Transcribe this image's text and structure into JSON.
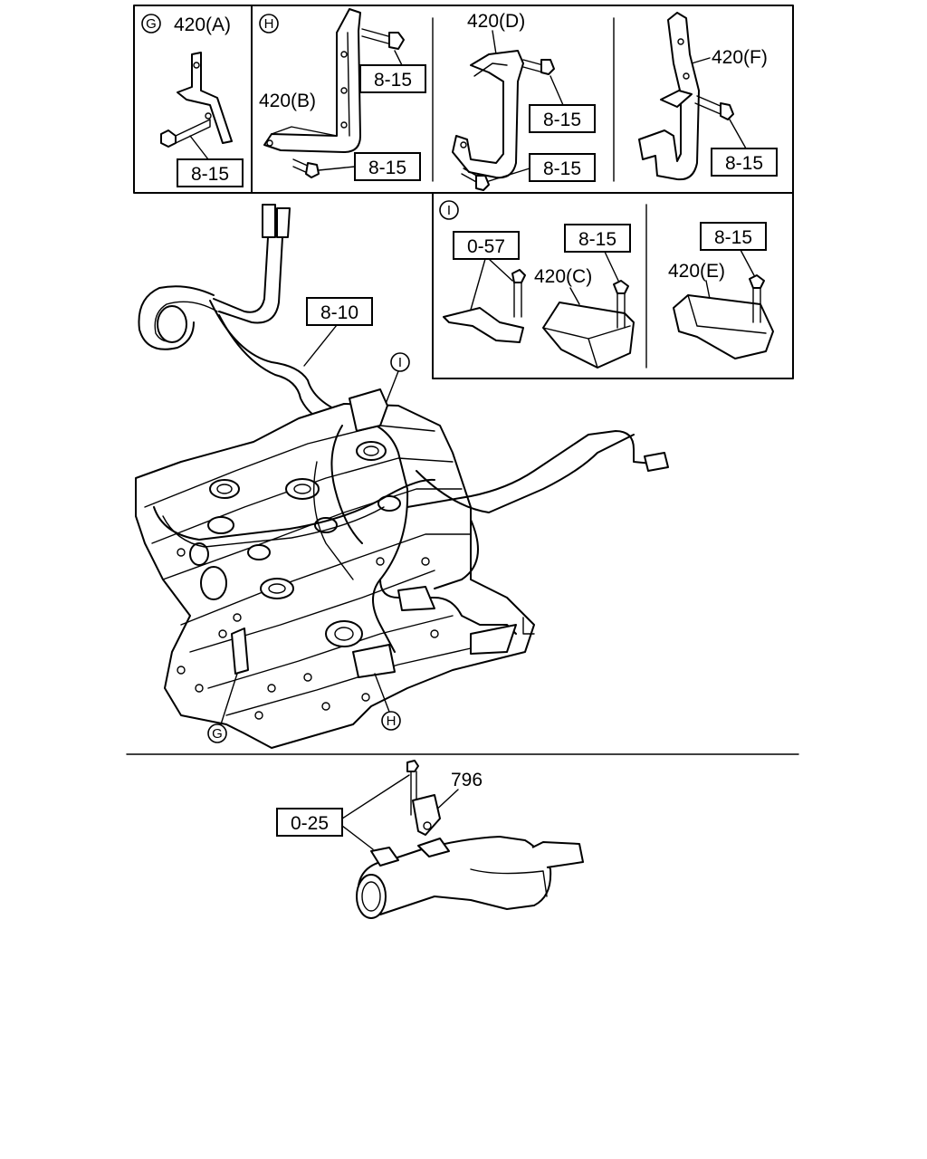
{
  "panels": {
    "G": {
      "marker": "G",
      "part": "420(A)",
      "ref": "8-15"
    },
    "H": {
      "marker": "H",
      "part": "420(B)",
      "ref_top": "8-15",
      "ref_bottom": "8-15"
    },
    "D": {
      "part": "420(D)",
      "ref_top": "8-15",
      "ref_bottom": "8-15"
    },
    "F": {
      "part": "420(F)",
      "ref": "8-15"
    },
    "I": {
      "marker": "I",
      "ref_left": "0-57",
      "part_c": "420(C)",
      "ref_c": "8-15",
      "part_e": "420(E)",
      "ref_e": "8-15"
    }
  },
  "engine": {
    "ref_harness": "8-10",
    "callout_g": "G",
    "callout_h": "H",
    "callout_i": "I"
  },
  "sensor": {
    "ref_bolts": "0-25",
    "part": "796"
  }
}
